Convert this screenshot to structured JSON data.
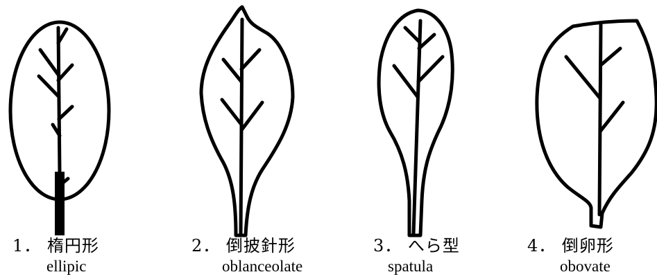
{
  "leaves": [
    {
      "number": "1．",
      "name_ja": "楕円形",
      "name_en": "ellipic"
    },
    {
      "number": "2．",
      "name_ja": "倒披針形",
      "name_en": "oblanceolate"
    },
    {
      "number": "3．",
      "name_ja": "へら型",
      "name_en": "spatula"
    },
    {
      "number": "4．",
      "name_ja": "倒卵形",
      "name_en": "obovate"
    }
  ]
}
